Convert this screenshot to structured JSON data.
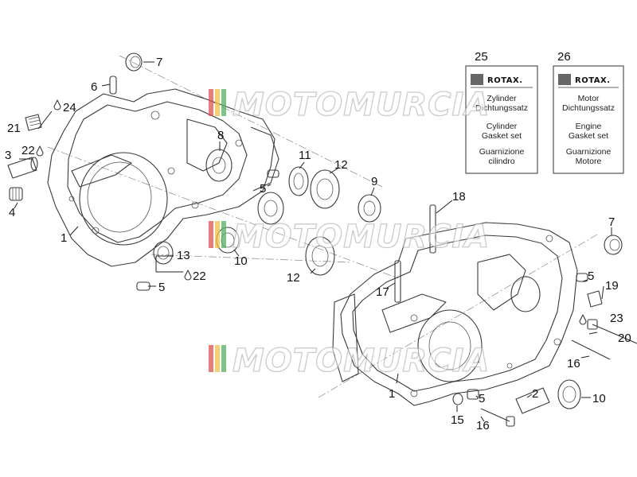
{
  "watermark": {
    "text": "MOTOMURCIA",
    "stripe_colors": [
      "#e05050",
      "#f0c040",
      "#50b060"
    ]
  },
  "cards": [
    {
      "number": "25",
      "brand": "ROTAX.",
      "lines": [
        "Zylinder",
        "Dichtungssatz",
        "Cylinder",
        "Gasket set",
        "Guarnizione",
        "cilindro"
      ]
    },
    {
      "number": "26",
      "brand": "ROTAX.",
      "lines": [
        "Motor",
        "Dichtungssatz",
        "Engine",
        "Gasket set",
        "Guarnizione",
        "Motore"
      ]
    }
  ],
  "callouts": {
    "left_7": "7",
    "left_6": "6",
    "left_24": "24",
    "left_21": "21",
    "left_3": "3",
    "left_22a": "22",
    "left_4": "4",
    "left_1": "1",
    "left_8": "8",
    "left_5a": "5",
    "left_11": "11",
    "left_12a": "12",
    "left_9": "9",
    "left_10": "10",
    "left_13": "13",
    "left_22b": "22",
    "left_5b": "5",
    "left_12b": "12",
    "right_18": "18",
    "right_17": "17",
    "right_7": "7",
    "right_5a": "5",
    "right_19": "19",
    "right_23": "23",
    "right_20": "20",
    "right_16a": "16",
    "right_1": "1",
    "right_5b": "5",
    "right_2": "2",
    "right_10": "10",
    "right_15": "15",
    "right_16b": "16"
  }
}
